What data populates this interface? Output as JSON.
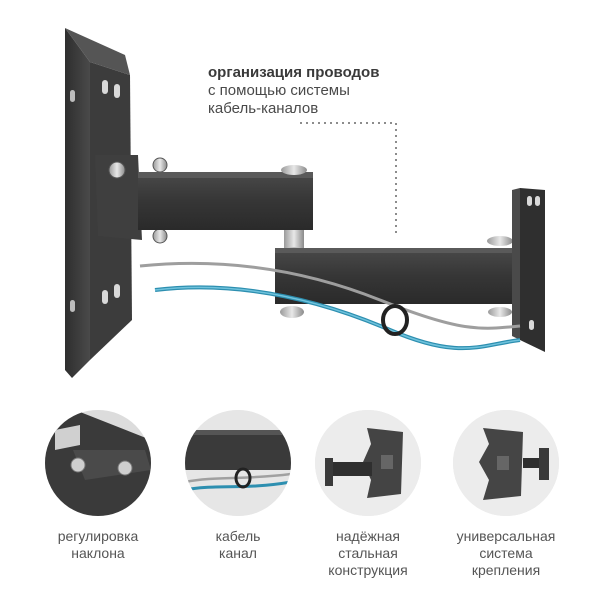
{
  "callout": {
    "line1": "организация проводов",
    "line2": "с помощью системы",
    "line3": "кабель-каналов"
  },
  "features": [
    {
      "lines": [
        "регулировка",
        "наклона"
      ]
    },
    {
      "lines": [
        "кабель",
        "канал"
      ]
    },
    {
      "lines": [
        "надёжная",
        "стальная",
        "конструкция"
      ]
    },
    {
      "lines": [
        "универсальная",
        "система",
        "крепления"
      ]
    }
  ],
  "colors": {
    "metal": "#3b3b3b",
    "metal_light": "#5a5a5a",
    "cable_blue": "#2d8fb0",
    "cable_gray": "#a8a8a8",
    "text": "#555555"
  }
}
